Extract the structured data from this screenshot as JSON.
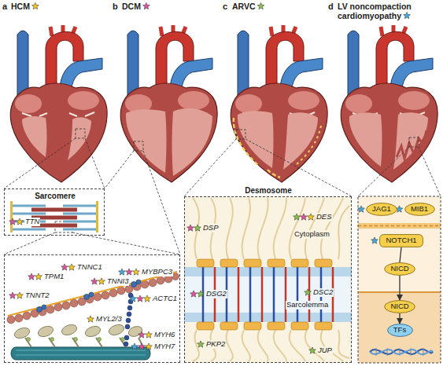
{
  "diagram": {
    "nodes": [
      {
        "text": [
          "Sarcomere",
          "TTN"
        ]
      },
      {
        "text": [
          "TNNT2",
          "TPM1",
          "TNNC1",
          "TNNI3",
          "MYBPC3",
          "ACTC1",
          "MYL2/3",
          "MYH6",
          "MYH7"
        ]
      },
      {
        "text": [
          "Desmosome",
          "DSP",
          "DES",
          "Cytoplasm",
          "DSG2",
          "DSC2",
          "Sarcolemma",
          "PKP2",
          "JUP"
        ]
      },
      {
        "text": [
          "JAG1"
        ]
      },
      {
        "text": [
          "MIB1"
        ]
      },
      {
        "text": [
          "NOTCH1"
        ]
      },
      {
        "text": [
          "NICD"
        ]
      },
      {
        "text": [
          "NICD"
        ]
      },
      {
        "text": [
          "TFs"
        ]
      }
    ],
    "edges": [
      {
        "from": 5,
        "to": 6,
        "arrow": "none"
      },
      {
        "from": 6,
        "to": 7,
        "arrow": "to"
      },
      {
        "from": 7,
        "to": 8,
        "arrow": "to"
      }
    ],
    "labels": [
      "a",
      "HCM",
      "b",
      "DCM",
      "c",
      "ARVC",
      "d",
      "LV noncompaction cardiomyopathy"
    ]
  }
}
